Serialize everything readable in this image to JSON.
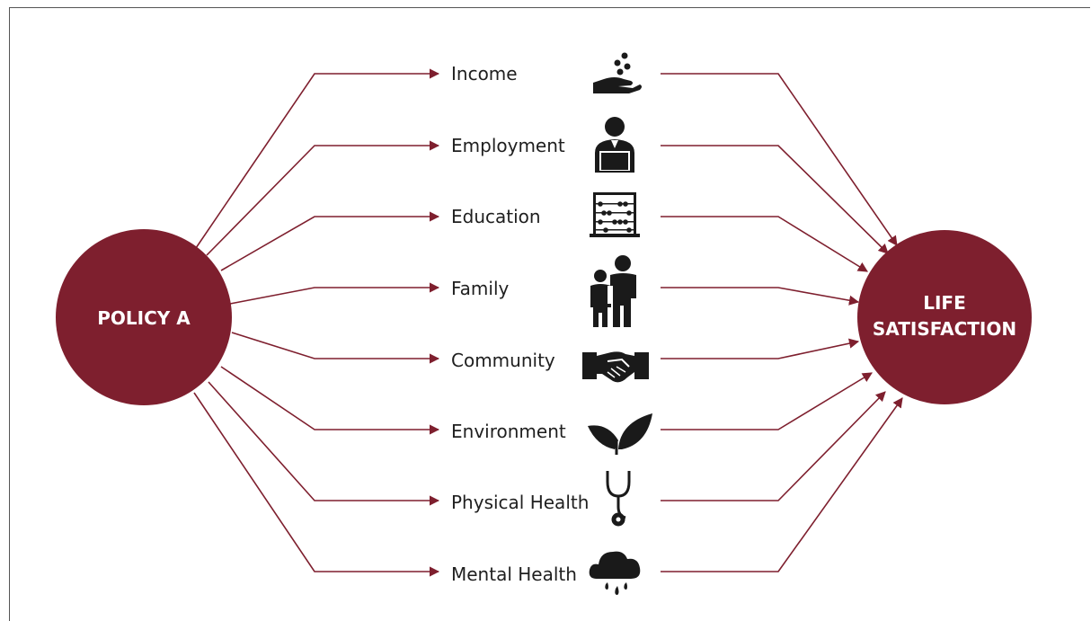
{
  "source_node": {
    "label": "POLICY A",
    "color": "#7e1f2e"
  },
  "target_node": {
    "label_line1": "LIFE",
    "label_line2": "SATISFACTION",
    "color": "#7e1f2e"
  },
  "connector_color": "#7e1f2e",
  "icon_color": "#1a1a1a",
  "factors": [
    {
      "label": "Income",
      "icon": "hand-coins-icon"
    },
    {
      "label": "Employment",
      "icon": "person-laptop-icon"
    },
    {
      "label": "Education",
      "icon": "abacus-icon"
    },
    {
      "label": "Family",
      "icon": "family-icon"
    },
    {
      "label": "Community",
      "icon": "handshake-icon"
    },
    {
      "label": "Environment",
      "icon": "leaves-icon"
    },
    {
      "label": "Physical Health",
      "icon": "stethoscope-icon"
    },
    {
      "label": "Mental Health",
      "icon": "rain-cloud-icon"
    }
  ]
}
